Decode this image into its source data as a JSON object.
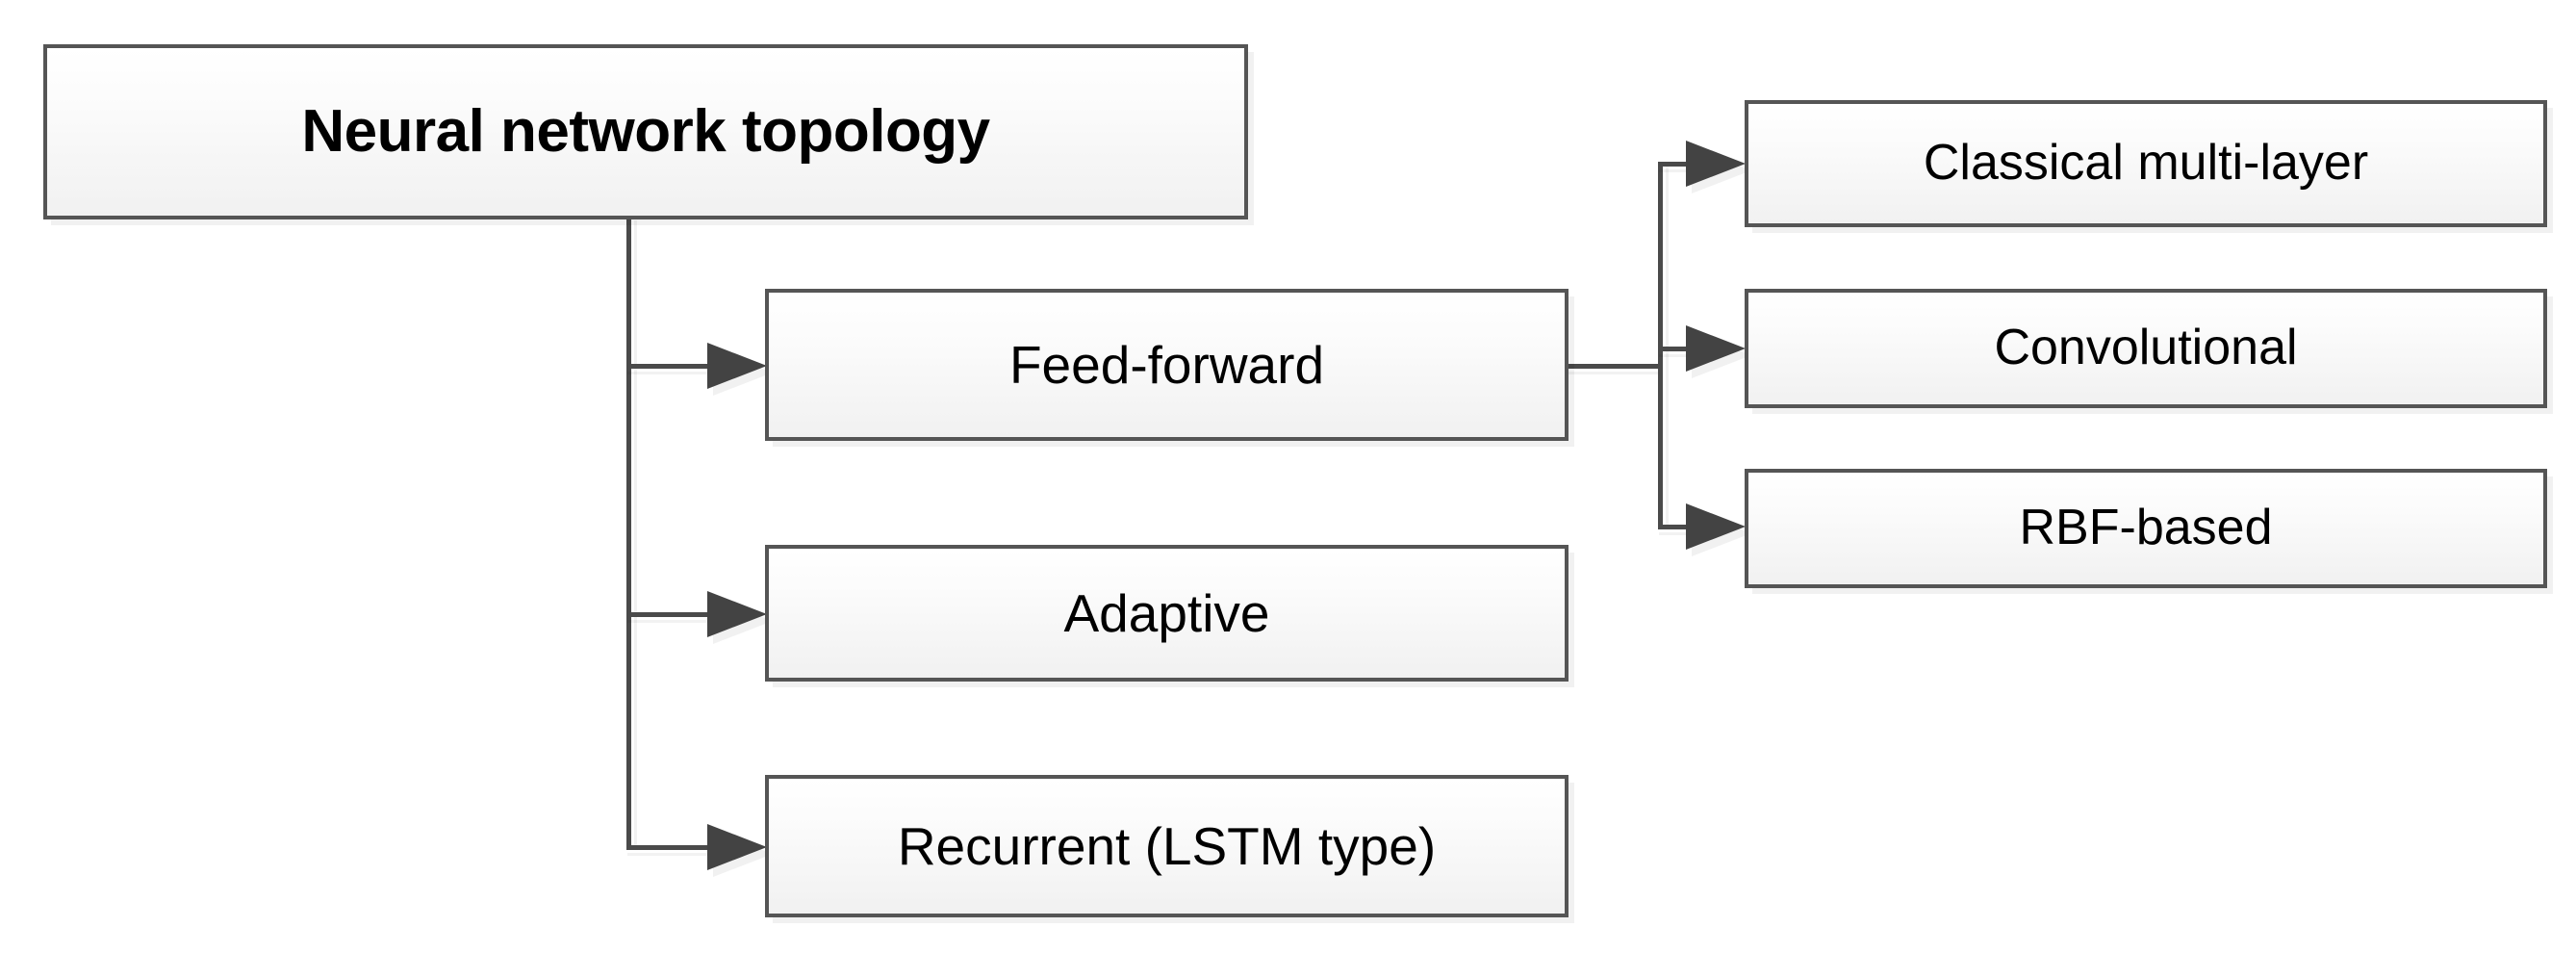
{
  "diagram": {
    "title": "Neural network topology",
    "type": "hierarchy-tree",
    "root": {
      "id": "root",
      "label": "Neural network topology",
      "bold": true
    },
    "level1": [
      {
        "id": "feed-forward",
        "label": "Feed-forward"
      },
      {
        "id": "adaptive",
        "label": "Adaptive"
      },
      {
        "id": "recurrent",
        "label": "Recurrent (LSTM type)"
      }
    ],
    "level2": [
      {
        "id": "classical-multi-layer",
        "label": "Classical multi-layer"
      },
      {
        "id": "convolutional",
        "label": "Convolutional"
      },
      {
        "id": "rbf-based",
        "label": "RBF-based"
      }
    ],
    "edges": [
      {
        "from": "root",
        "to": "feed-forward"
      },
      {
        "from": "root",
        "to": "adaptive"
      },
      {
        "from": "root",
        "to": "recurrent"
      },
      {
        "from": "feed-forward",
        "to": "classical-multi-layer"
      },
      {
        "from": "feed-forward",
        "to": "convolutional"
      },
      {
        "from": "feed-forward",
        "to": "rbf-based"
      }
    ],
    "colors": {
      "box_fill_top": "#ffffff",
      "box_fill_bottom": "#f1f1f1",
      "box_border": "#555555",
      "connector": "#4a4a4a",
      "arrowhead": "#434343",
      "text": "#000000",
      "background": "#ffffff"
    }
  }
}
